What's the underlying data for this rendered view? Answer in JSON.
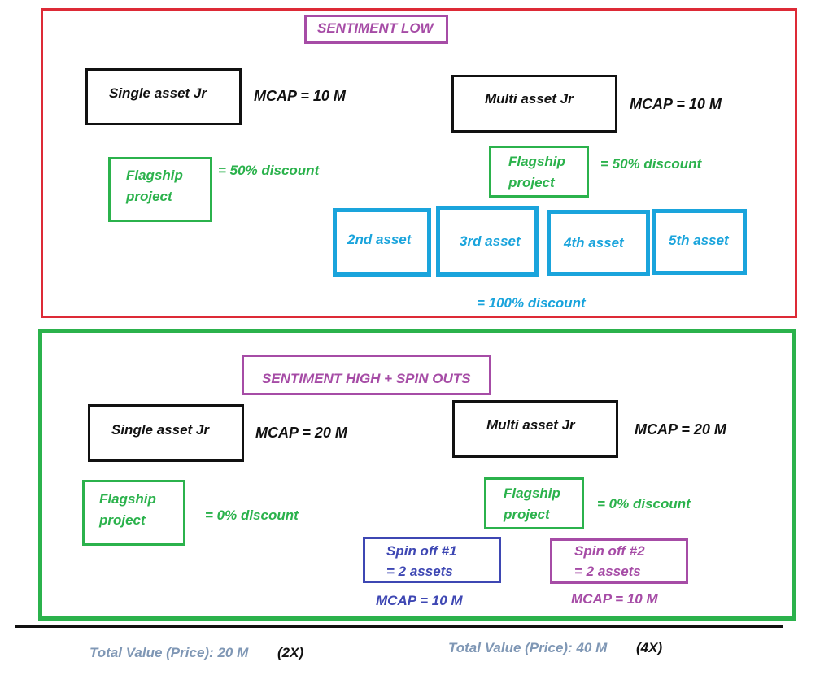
{
  "colors": {
    "low_panel_border": "#dd2a36",
    "high_panel_border": "#2bb24c",
    "sentiment_label": "#a64ca6",
    "black": "#111111",
    "flagship_green": "#2bb24c",
    "asset_cyan": "#1aa4dc",
    "spin_off_1": "#3e47b3",
    "spin_off_2": "#a64ca6",
    "total_value": "#7f97b5"
  },
  "low": {
    "title": "SENTIMENT LOW",
    "single": {
      "name": "Single asset Jr",
      "mcap": "MCAP = 10 M",
      "flagship_line1": "Flagship",
      "flagship_line2": "project",
      "discount": "= 50% discount"
    },
    "multi": {
      "name": "Multi asset Jr",
      "mcap": "MCAP = 10 M",
      "flagship_line1": "Flagship",
      "flagship_line2": "project",
      "discount": "= 50% discount",
      "assets": [
        "2nd asset",
        "3rd asset",
        "4th asset",
        "5th asset"
      ],
      "assets_discount": "= 100% discount"
    }
  },
  "high": {
    "title": "SENTIMENT HIGH + SPIN OUTS",
    "single": {
      "name": "Single asset Jr",
      "mcap": "MCAP = 20 M",
      "flagship_line1": "Flagship",
      "flagship_line2": "project",
      "discount": "= 0% discount"
    },
    "multi": {
      "name": "Multi asset Jr",
      "mcap": "MCAP = 20 M",
      "flagship_line1": "Flagship",
      "flagship_line2": "project",
      "discount": "= 0% discount",
      "spin_offs": [
        {
          "line1": "Spin off #1",
          "line2": "= 2 assets",
          "mcap": "MCAP = 10 M"
        },
        {
          "line1": "Spin off #2",
          "line2": "= 2 assets",
          "mcap": "MCAP = 10 M"
        }
      ]
    }
  },
  "totals": {
    "single_label": "Total Value (Price): 20 M",
    "single_multiple": "(2X)",
    "multi_label": "Total Value (Price): 40 M",
    "multi_multiple": "(4X)"
  }
}
